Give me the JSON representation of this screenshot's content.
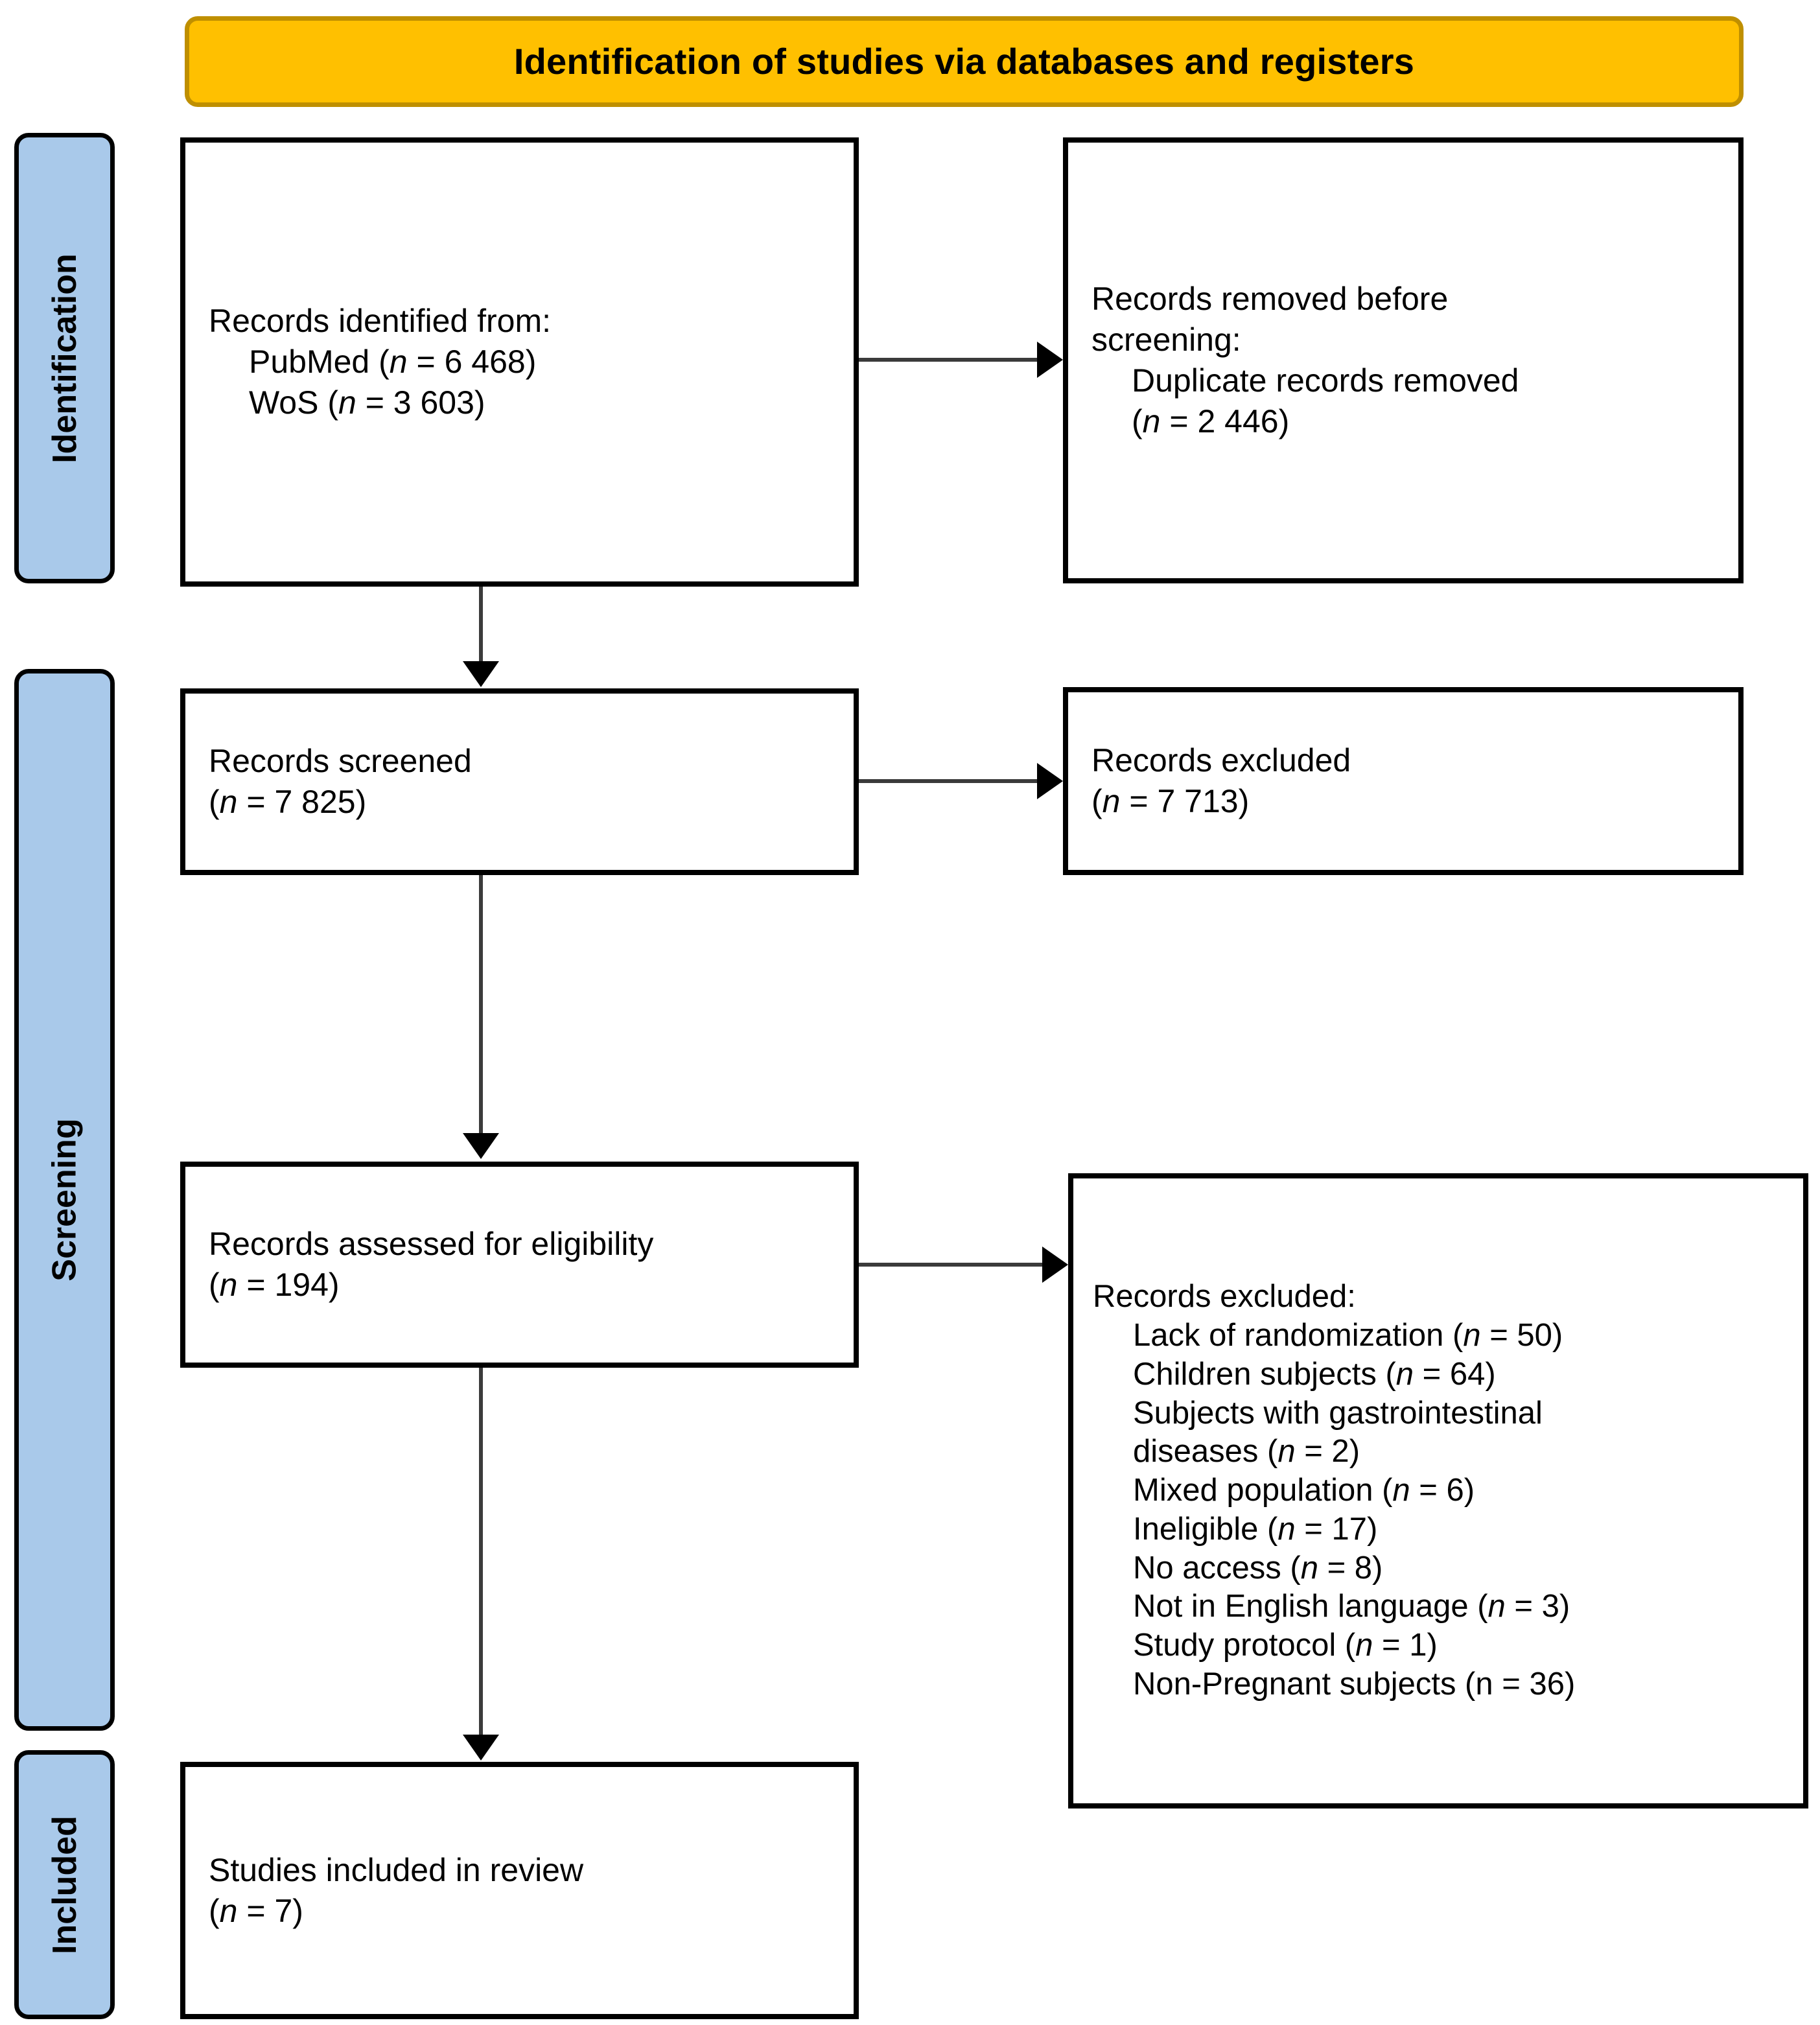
{
  "header": {
    "title": "Identification of studies via databases and registers",
    "fill_color": "#FFC000",
    "border_color": "#BF8F00"
  },
  "stages": {
    "fill_color": "#A9C9EA",
    "border_color": "#000000",
    "identification": "Identification",
    "screening": "Screening",
    "included": "Included"
  },
  "boxes": {
    "identified": {
      "title": "Records identified from:",
      "items": [
        {
          "label": "PubMed",
          "n_prefix": "(",
          "n_label": "n",
          "n_value": " = 6 468)"
        },
        {
          "label": "WoS",
          "n_prefix": "(",
          "n_label": "n",
          "n_value": " = 3 603)"
        }
      ],
      "line1": "Records identified from:",
      "line2_label": "PubMed (",
      "line2_n": "n",
      "line2_val": " = 6 468)",
      "line3_label": "WoS (",
      "line3_n": "n",
      "line3_val": " = 3 603)"
    },
    "removed": {
      "line1": "Records removed before",
      "line2": "screening:",
      "line3_label": "Duplicate records removed",
      "line4_pre": "(",
      "line4_n": "n",
      "line4_val": " = 2 446)"
    },
    "screened": {
      "line1": "Records screened",
      "line2_pre": "(",
      "line2_n": "n",
      "line2_val": " = 7 825)"
    },
    "excluded": {
      "line1": "Records excluded",
      "line2_pre": "(",
      "line2_n": "n",
      "line2_val": " = 7 713)"
    },
    "assessed": {
      "line1": "Records assessed for eligibility",
      "line2_pre": "(",
      "line2_n": "n",
      "line2_val": " = 194)"
    },
    "exclusion_list": {
      "title": "Records excluded:",
      "reasons": [
        {
          "text": "Lack of randomization (",
          "n": "n",
          "val": " = 50)"
        },
        {
          "text": "Children subjects (",
          "n": "n",
          "val": " = 64)"
        },
        {
          "text": "Subjects with gastrointestinal",
          "n": "",
          "val": ""
        },
        {
          "text": "diseases (",
          "n": "n",
          "val": " = 2)"
        },
        {
          "text": "Mixed population (",
          "n": "n",
          "val": " = 6)"
        },
        {
          "text": "Ineligible (",
          "n": "n",
          "val": " = 17)"
        },
        {
          "text": "No access (",
          "n": "n",
          "val": " = 8)"
        },
        {
          "text": "Not in English language (",
          "n": "n",
          "val": " = 3)"
        },
        {
          "text": "Study protocol (",
          "n": "n",
          "val": " = 1)"
        },
        {
          "text": "Non-Pregnant subjects (n = 36)",
          "n": "",
          "val": ""
        }
      ],
      "r1_pre": "Lack of randomization (",
      "r1_n": "n",
      "r1_val": " = 50)",
      "r2_pre": "Children subjects (",
      "r2_n": "n",
      "r2_val": " = 64)",
      "r3_pre": "Subjects with gastrointestinal",
      "r4_pre": "diseases (",
      "r4_n": "n",
      "r4_val": " = 2)",
      "r5_pre": "Mixed population (",
      "r5_n": "n",
      "r5_val": " = 6)",
      "r6_pre": "Ineligible (",
      "r6_n": "n",
      "r6_val": " = 17)",
      "r7_pre": "No access (",
      "r7_n": "n",
      "r7_val": " = 8)",
      "r8_pre": "Not in English language (",
      "r8_n": "n",
      "r8_val": " = 3)",
      "r9_pre": "Study protocol (",
      "r9_n": "n",
      "r9_val": " = 1)",
      "r10_plain": "Non-Pregnant subjects (n = 36)"
    },
    "included": {
      "line1": "Studies included in review",
      "line2_pre": "(",
      "line2_n": "n",
      "line2_val": " = 7)"
    }
  },
  "flow": {
    "type": "prisma-flow-diagram",
    "counts": {
      "pubmed": 6468,
      "wos": 3603,
      "duplicates_removed": 2446,
      "records_screened": 7825,
      "records_excluded_screening": 7713,
      "records_assessed": 194,
      "studies_included": 7,
      "exclusions": {
        "lack_of_randomization": 50,
        "children_subjects": 64,
        "subjects_with_gastrointestinal_diseases": 2,
        "mixed_population": 6,
        "ineligible": 17,
        "no_access": 8,
        "not_in_english_language": 3,
        "study_protocol": 1,
        "non_pregnant_subjects": 36
      }
    }
  }
}
